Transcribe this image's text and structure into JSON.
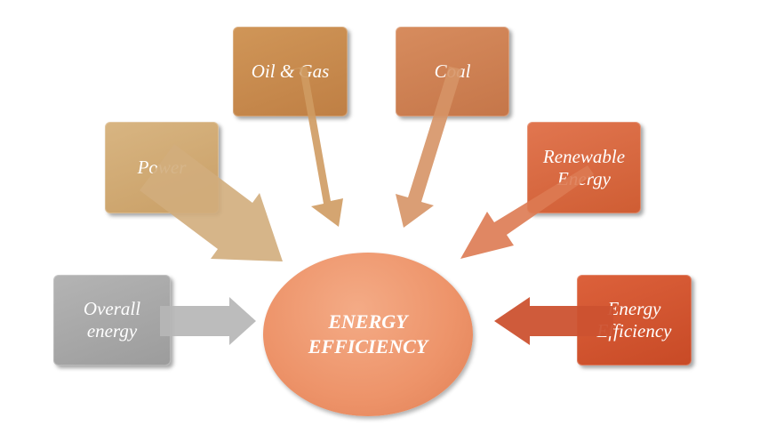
{
  "center": {
    "line1": "ENERGY",
    "line2": "EFFICIENCY",
    "color": "#ee9670"
  },
  "nodes": [
    {
      "id": "overall",
      "lines": [
        "Overall",
        "energy"
      ],
      "color": "#a9a9a9",
      "arrow": "#b6b6b6"
    },
    {
      "id": "power",
      "lines": [
        "Power"
      ],
      "color": "#cfa871",
      "arrow": "#d2ad7c"
    },
    {
      "id": "oilgas",
      "lines": [
        "Oil & Gas"
      ],
      "color": "#c6894d",
      "arrow": "#cf9b62"
    },
    {
      "id": "coal",
      "lines": [
        "Coal"
      ],
      "color": "#cd8052",
      "arrow": "#d69366"
    },
    {
      "id": "renewable",
      "lines": [
        "Renewable",
        "Energy"
      ],
      "color": "#d8683e",
      "arrow": "#dd7a52"
    },
    {
      "id": "efficiency",
      "lines": [
        "Energy",
        "Efficiency"
      ],
      "color": "#d2532f",
      "arrow": "#cc5230"
    }
  ]
}
